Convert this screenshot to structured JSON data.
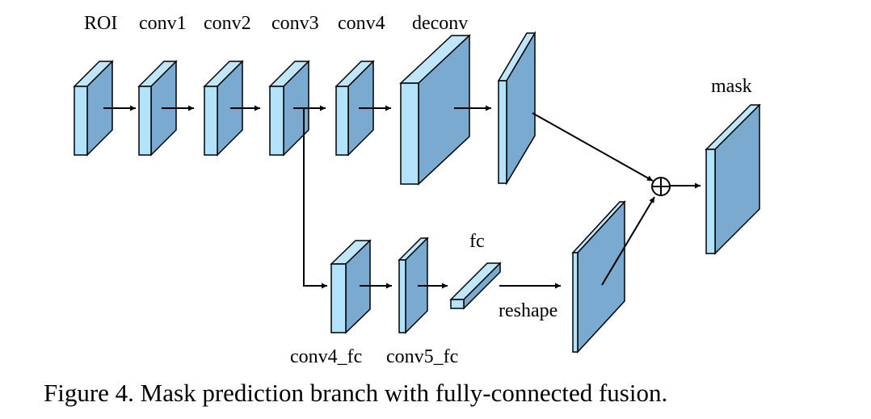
{
  "labels": {
    "roi": "ROI",
    "conv1": "conv1",
    "conv2": "conv2",
    "conv3": "conv3",
    "conv4": "conv4",
    "deconv": "deconv",
    "mask": "mask",
    "fc": "fc",
    "reshape": "reshape",
    "conv4_fc": "conv4_fc",
    "conv5_fc": "conv5_fc"
  },
  "caption": "Figure 4. Mask prediction branch with fully-connected fusion.",
  "fusion_symbol": "⊕",
  "colors": {
    "front_face": "#b3e3fb",
    "side_face": "#7aaacf",
    "top_face": "#c0e6fb",
    "stroke": "#000000"
  }
}
